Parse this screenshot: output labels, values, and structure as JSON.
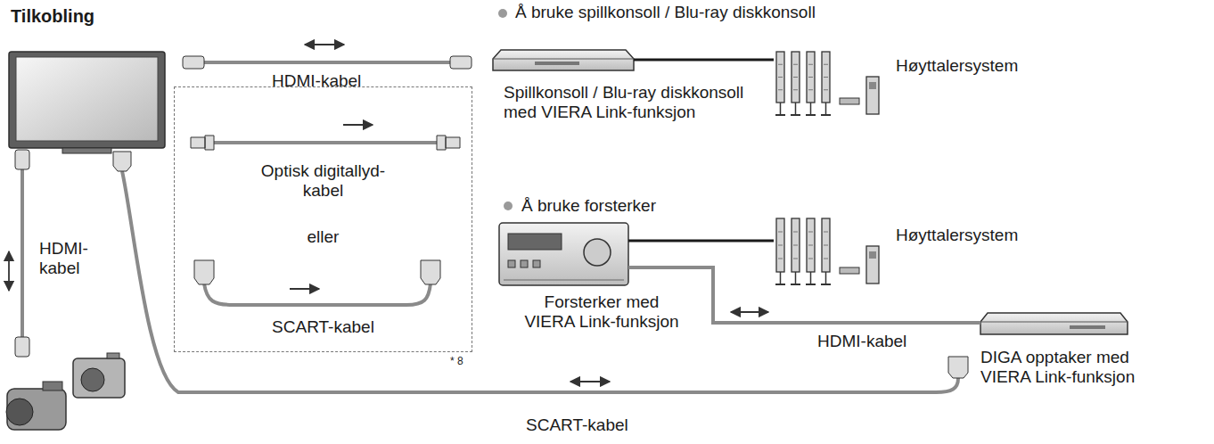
{
  "diagram": {
    "title": "Tilkobling",
    "nodes": [
      {
        "text": [
          "Spillkonsoll / Blu-ray diskkonsoll med VIERA Link-funksjon"
        ]
      },
      {
        "text": [
          "Høyttalersystem"
        ]
      },
      {
        "text": [
          "Optisk digitallyd-kabel",
          "eller",
          "SCART-kabel"
        ]
      },
      {
        "text": [
          "Forsterker med VIERA Link-funksjon"
        ]
      },
      {
        "text": [
          "Høyttalersystem"
        ]
      },
      {
        "text": [
          "DIGA opptaker med VIERA Link-funksjon"
        ]
      }
    ],
    "edges": [
      {
        "from": 0,
        "to": 1,
        "arrow": "none"
      },
      {
        "from": 3,
        "to": 4,
        "arrow": "none"
      },
      {
        "from": 3,
        "to": 5,
        "arrow": "none",
        "label": "HDMI-kabel"
      }
    ],
    "labels": [
      "Å bruke spillkonsoll / Blu-ray diskkonsoll",
      "HDMI-kabel",
      "Å bruke forsterker",
      "HDMI- kabel",
      "* 8",
      "SCART-kabel"
    ]
  }
}
